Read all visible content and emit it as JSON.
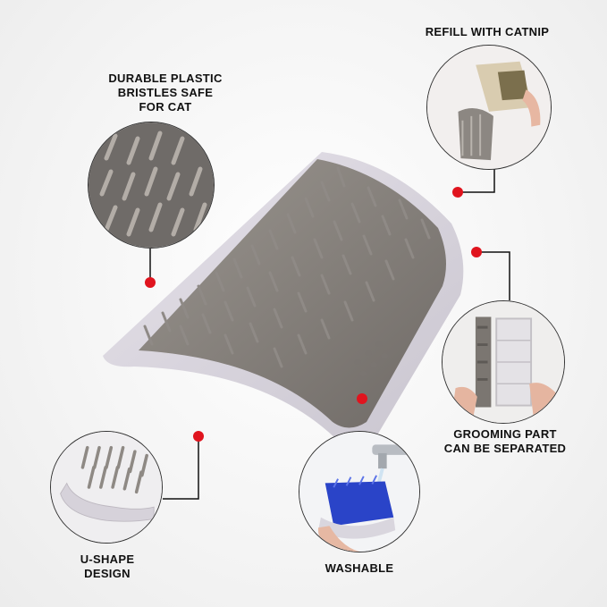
{
  "callouts": {
    "bristles": {
      "line1": "DURABLE PLASTIC",
      "line2": "BRISTLES SAFE",
      "line3": "FOR CAT"
    },
    "catnip": {
      "text": "REFILL WITH CATNIP"
    },
    "grooming": {
      "line1": "GROOMING PART",
      "line2": "CAN BE SEPARATED"
    },
    "ushape": {
      "line1": "U-SHAPE",
      "line2": "DESIGN"
    },
    "washable": {
      "text": "WASHABLE"
    }
  },
  "colors": {
    "accent_dot": "#e0141e",
    "brush_gray": "#8a8580",
    "base_light": "#d8d4dc",
    "washable_blue": "#2a44c8"
  },
  "icons": [
    "bristle-closeup-image",
    "catnip-refill-image",
    "separated-parts-image",
    "u-shape-image",
    "washing-brush-image",
    "main-brush-image"
  ]
}
